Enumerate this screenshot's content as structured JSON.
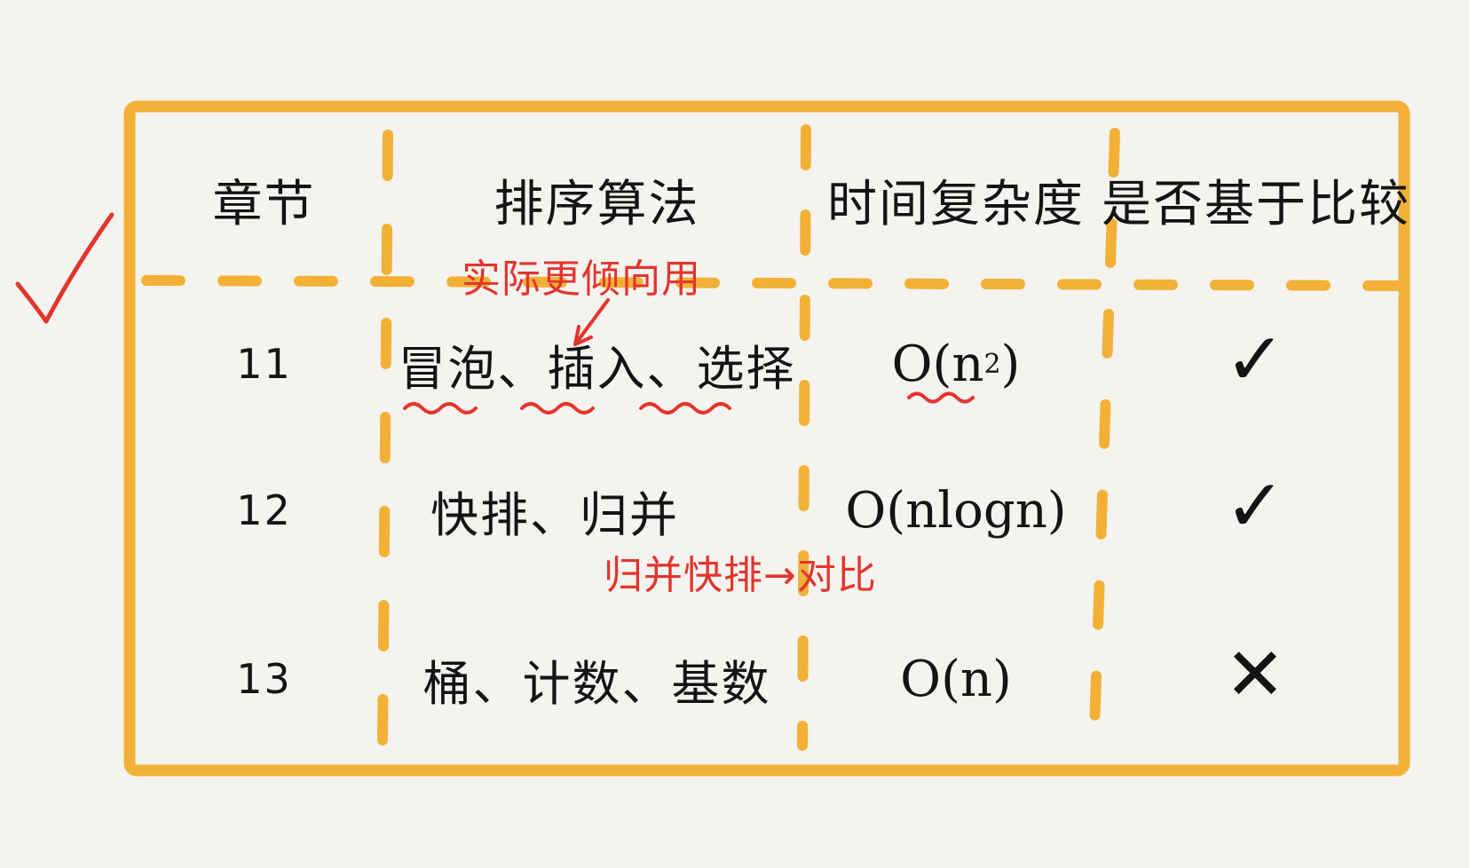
{
  "colors": {
    "border": "#f2b136",
    "ink": "#141414",
    "annotation": "#e2352d",
    "background": "#f4f3ef"
  },
  "table": {
    "headers": [
      "章节",
      "排序算法",
      "时间复杂度",
      "是否基于比较"
    ],
    "rows": [
      {
        "chapter": "11",
        "algorithms": "冒泡、插入、选择",
        "complexity_base": "O(n",
        "complexity_sup": "2",
        "complexity_end": ")",
        "comparison": "✓"
      },
      {
        "chapter": "12",
        "algorithms": "快排、归并",
        "complexity_base": "O(nlogn)",
        "complexity_sup": "",
        "complexity_end": "",
        "comparison": "✓"
      },
      {
        "chapter": "13",
        "algorithms": "桶、计数、基数",
        "complexity_base": "O(n)",
        "complexity_sup": "",
        "complexity_end": "",
        "comparison": "✕"
      }
    ]
  },
  "annotations": {
    "row1_note": "实际更倾向用",
    "row2_note": "归并快排→对比",
    "left_check": "✓"
  },
  "icons": {
    "left_check": "check-mark-icon",
    "row_check": "check-mark-icon",
    "row_cross": "cross-mark-icon",
    "note_arrow": "arrow-icon"
  }
}
